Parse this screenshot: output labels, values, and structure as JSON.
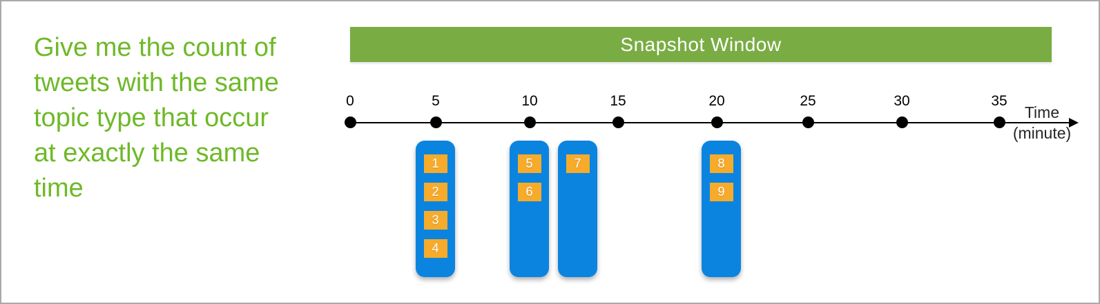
{
  "prompt": {
    "lines": [
      "Give me the count of",
      "tweets with the same",
      "topic type that occur",
      "at exactly the same",
      "time"
    ],
    "full_text": "Give me the count of tweets with the same topic type that occur at exactly the same time"
  },
  "banner": {
    "label": "Snapshot Window"
  },
  "timeline": {
    "ticks": [
      "0",
      "5",
      "10",
      "15",
      "20",
      "25",
      "30",
      "35"
    ],
    "tick_interval_minutes": 5,
    "axis_title": "Time",
    "axis_unit": "(minute)"
  },
  "tweet_groups": [
    {
      "time_minute": 5,
      "tweets": [
        "1",
        "2",
        "3",
        "4"
      ]
    },
    {
      "time_minute": 10,
      "tweets": [
        "5",
        "6"
      ]
    },
    {
      "time_minute": 12.5,
      "tweets": [
        "7"
      ]
    },
    {
      "time_minute": 20,
      "tweets": [
        "8",
        "9"
      ]
    }
  ],
  "colors": {
    "prompt_text": "#6EB928",
    "banner_bg": "#7AAC44",
    "banner_text": "#FFFFFF",
    "group_box_blue": "#0B84E0",
    "tweet_square_orange": "#F7AB2B",
    "tweet_number_text": "#FFFFFF",
    "axis_black": "#000000",
    "frame_border": "#A9A9A9"
  }
}
